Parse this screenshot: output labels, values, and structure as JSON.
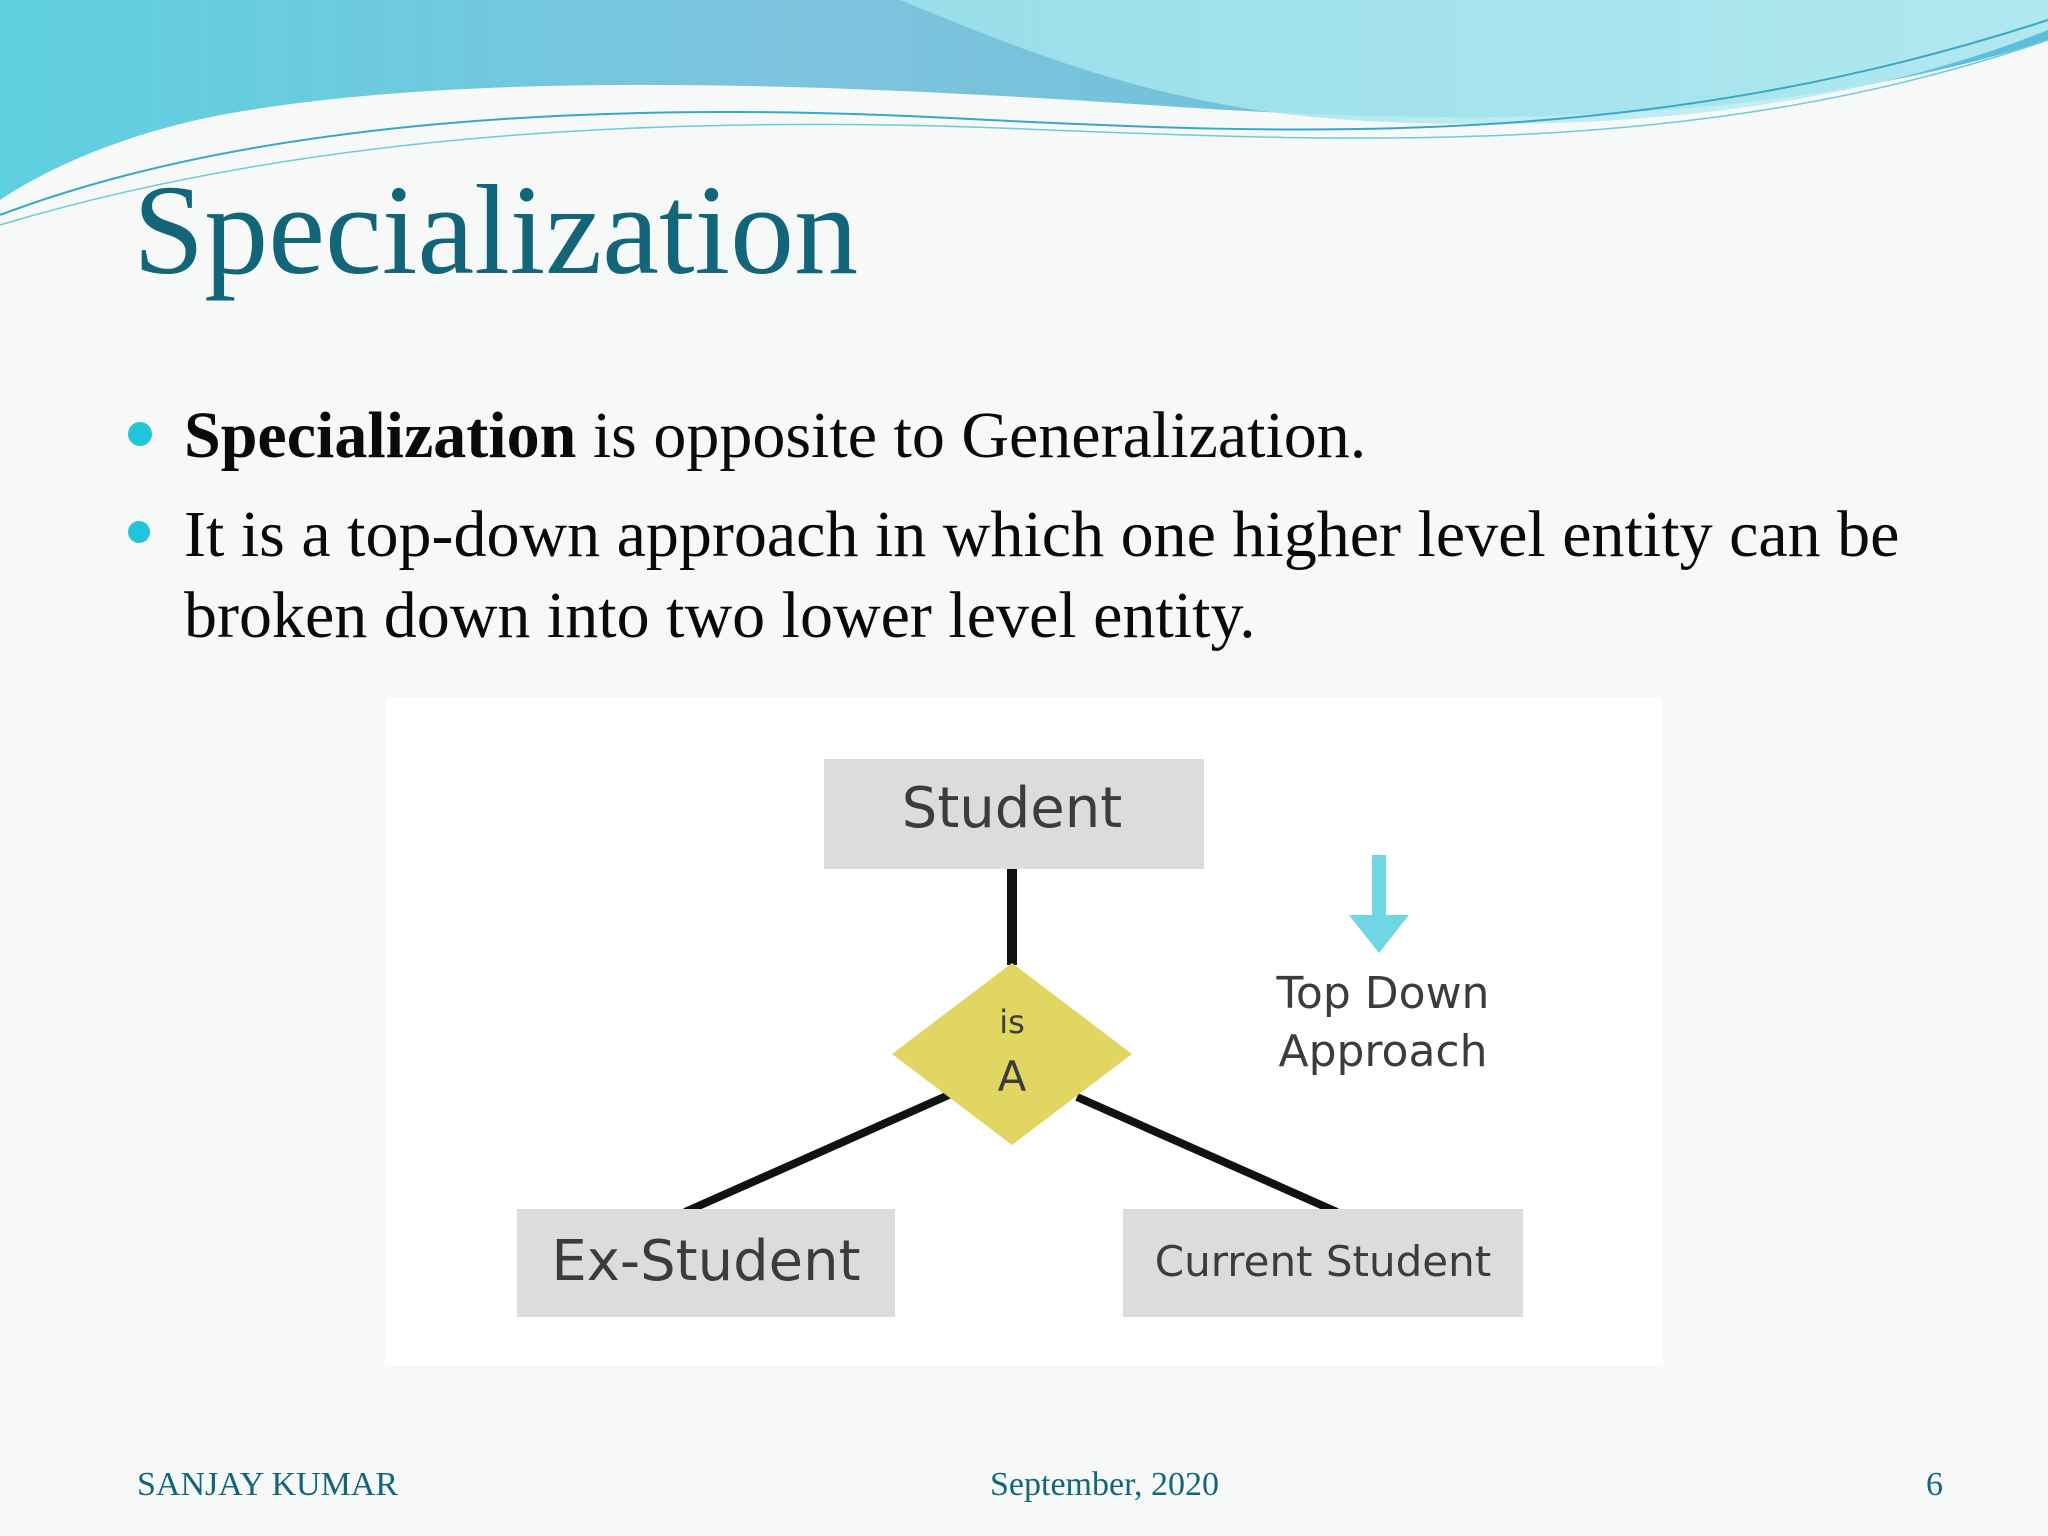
{
  "slide": {
    "title": "Specialization",
    "bullets": [
      {
        "bold": "Specialization",
        "text": " is opposite to Generalization."
      },
      {
        "bold": "",
        "text": "It is a top-down approach in which one higher level entity can be broken down into two lower level entity."
      }
    ]
  },
  "diagram": {
    "parent_entity": "Student",
    "relationship": {
      "line1": "is",
      "line2": "A"
    },
    "child_entities": [
      "Ex-Student",
      "Current Student"
    ],
    "annotation": {
      "line1": "Top Down",
      "line2": "Approach"
    }
  },
  "footer": {
    "author": "SANJAY KUMAR",
    "date": "September, 2020",
    "page_number": "6"
  },
  "colors": {
    "title": "#13657a",
    "bullet": "#21c4d8",
    "diamond": "#e2d662",
    "entity_box": "#dcdcdc",
    "arrow": "#6fd6e3"
  }
}
